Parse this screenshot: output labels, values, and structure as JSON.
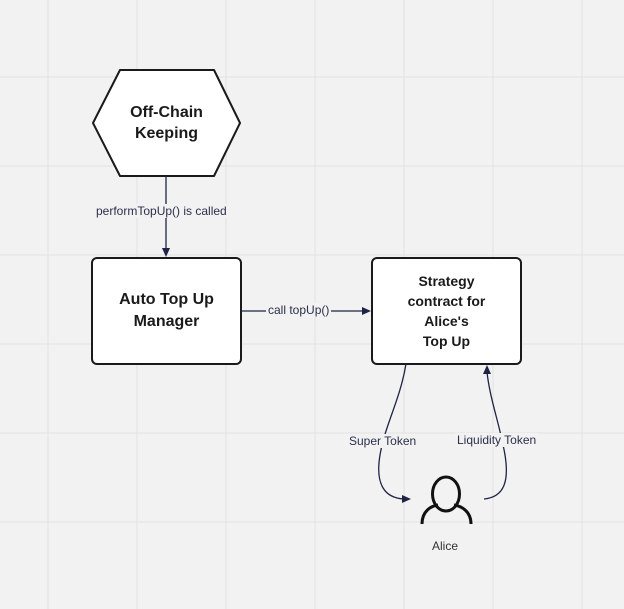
{
  "diagram": {
    "nodes": {
      "off_chain": {
        "label": "Off-Chain\nKeeping"
      },
      "manager": {
        "label": "Auto Top Up\nManager"
      },
      "strategy": {
        "label": "Strategy\ncontract for\nAlice's\nTop Up"
      },
      "alice": {
        "label": "Alice",
        "icon": "person-icon"
      }
    },
    "edges": {
      "perform": {
        "label": "performTopUp() is called"
      },
      "call": {
        "label": "call topUp()"
      },
      "super": {
        "label": "Super Token"
      },
      "liquidity": {
        "label": "Liquidity Token"
      }
    },
    "colors": {
      "edge": "#1f2445",
      "node_border": "#1a1a1a",
      "background": "#f2f2f2",
      "grid": "#e2e2e2"
    }
  }
}
